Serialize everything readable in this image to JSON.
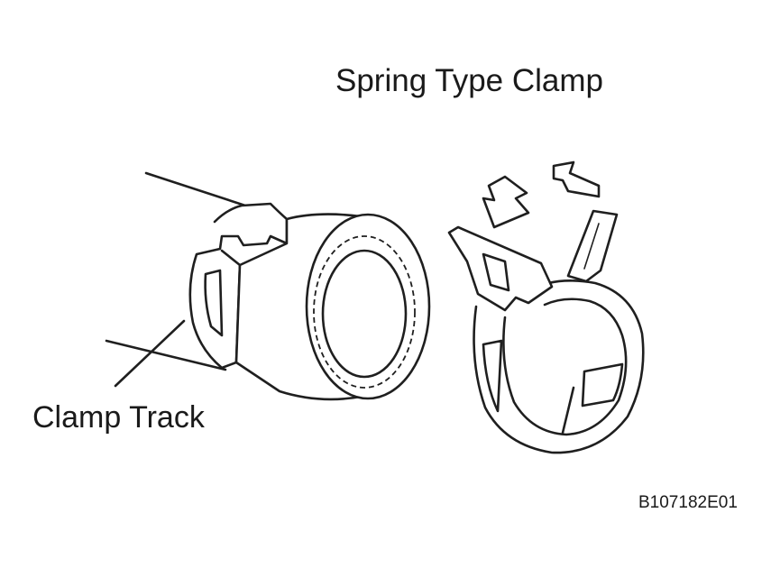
{
  "labels": {
    "title": "Spring Type Clamp",
    "clamp_track": "Clamp Track",
    "figure_code": "B107182E01"
  }
}
